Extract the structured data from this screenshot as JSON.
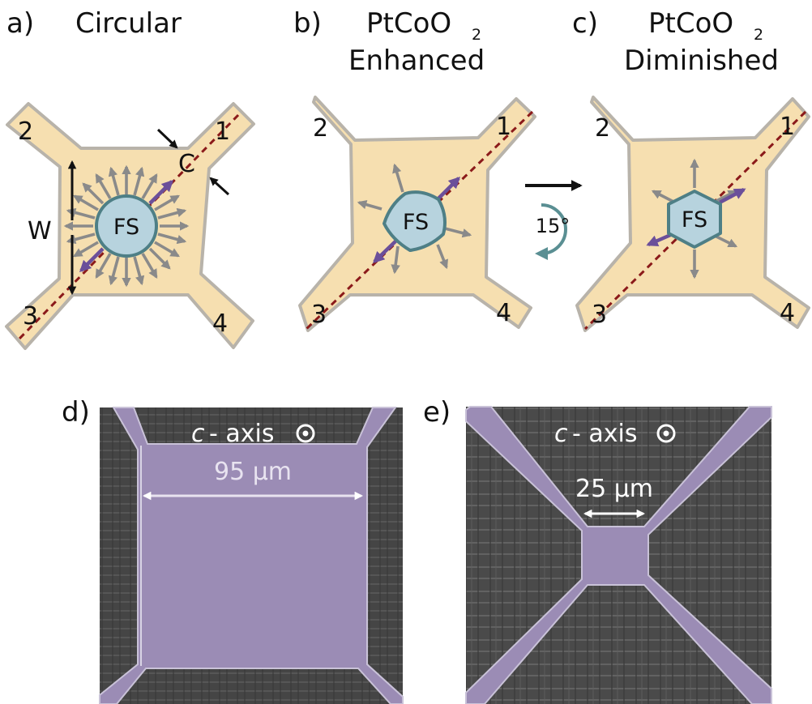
{
  "panels": {
    "a": {
      "label": "a)",
      "title": "Circular",
      "fs": "FS",
      "width_label": "W",
      "corner_label": "C",
      "numbers": [
        "1",
        "2",
        "3",
        "4"
      ]
    },
    "b": {
      "label": "b)",
      "title_main": "PtCoO",
      "title_sub": "2",
      "title_line2": "Enhanced",
      "fs": "FS",
      "numbers": [
        "1",
        "2",
        "3",
        "4"
      ]
    },
    "c": {
      "label": "c)",
      "title_main": "PtCoO",
      "title_sub": "2",
      "title_line2": "Diminished",
      "fs": "FS",
      "numbers": [
        "1",
        "2",
        "3",
        "4"
      ]
    },
    "d": {
      "label": "d)",
      "axis_italic": "c",
      "axis_text": "- axis",
      "scale": "95 µm"
    },
    "e": {
      "label": "e)",
      "axis_italic": "c",
      "axis_text": "- axis",
      "scale": "25 µm"
    }
  },
  "rotation": {
    "label": "15°"
  },
  "colors": {
    "device_fill": "#f6dfb0",
    "device_stroke": "#b8b3aa",
    "fs_fill": "#b7d3de",
    "fs_stroke": "#4e7f86",
    "arrow_gray": "#8a8a8a",
    "arrow_purple": "#6b4f9a",
    "diagonal_line": "#8b1a1a",
    "sem_purple": "#9b8cb5"
  }
}
